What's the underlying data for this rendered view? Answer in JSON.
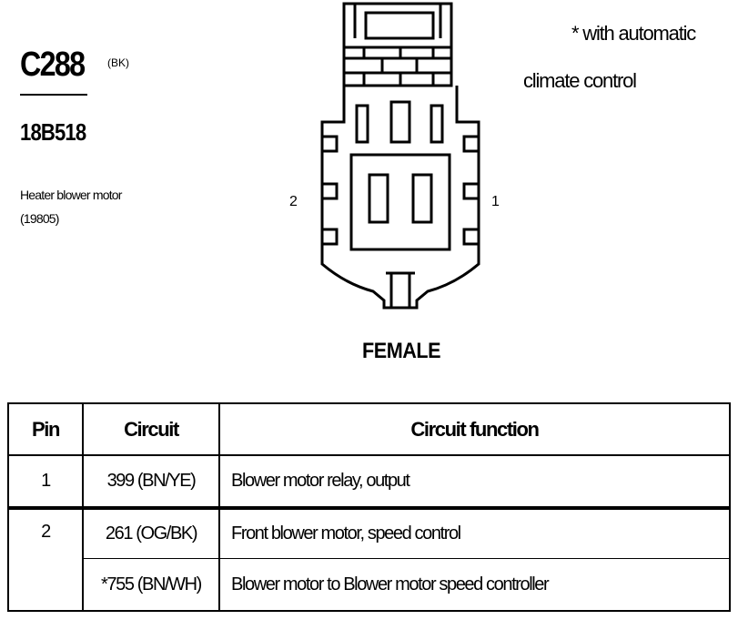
{
  "connector": {
    "code": "C288",
    "color_code": "(BK)",
    "part_number": "18B518",
    "description_line1": "Heater blower motor",
    "description_line2": "(19805)"
  },
  "note": {
    "line1": "*  with automatic",
    "line2": "climate control"
  },
  "diagram": {
    "pin_label_left": "2",
    "pin_label_right": "1",
    "gender": "FEMALE"
  },
  "table": {
    "headers": {
      "pin": "Pin",
      "circuit": "Circuit",
      "function": "Circuit function"
    },
    "rows": [
      {
        "pin": "1",
        "circuit": "399 (BN/YE)",
        "function": "Blower motor relay, output"
      },
      {
        "pin": "2",
        "circuit": "261 (OG/BK)",
        "function": "Front blower motor, speed control"
      },
      {
        "pin": "",
        "circuit": "*755 (BN/WH)",
        "function": "Blower motor to Blower motor speed controller"
      }
    ]
  }
}
